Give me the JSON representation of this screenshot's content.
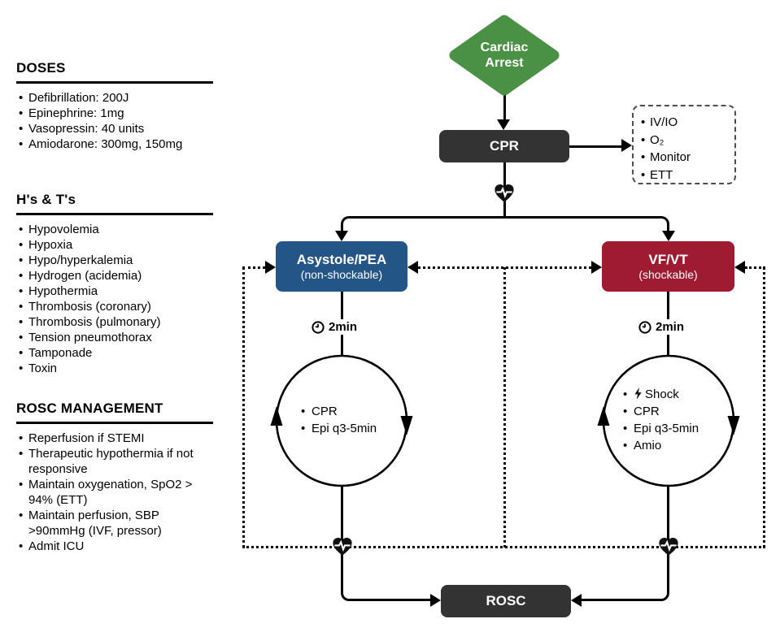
{
  "colors": {
    "start_green": "#4a9146",
    "asystole_blue": "#235586",
    "vfvt_red": "#9e1b32",
    "box_dark": "#333333"
  },
  "sidebar": {
    "sections": [
      {
        "title": "DOSES",
        "items": [
          "Defibrillation: 200J",
          "Epinephrine: 1mg",
          "Vasopressin: 40 units",
          "Amiodarone: 300mg, 150mg"
        ]
      },
      {
        "title": "H's & T's",
        "items": [
          "Hypovolemia",
          "Hypoxia",
          "Hypo/hyperkalemia",
          "Hydrogen (acidemia)",
          "Hypothermia",
          "Thrombosis (coronary)",
          "Thrombosis (pulmonary)",
          "Tension pneumothorax",
          "Tamponade",
          "Toxin"
        ]
      },
      {
        "title": "ROSC MANAGEMENT",
        "items": [
          "Reperfusion if STEMI",
          "Therapeutic hypothermia if not responsive",
          "Maintain oxygenation, SpO2 > 94% (ETT)",
          "Maintain perfusion, SBP >90mmHg (IVF, pressor)",
          "Admit ICU"
        ]
      }
    ]
  },
  "flowchart": {
    "start": {
      "line1": "Cardiac",
      "line2": "Arrest"
    },
    "cpr_label": "CPR",
    "adjuncts": [
      "IV/IO",
      "O₂",
      "Monitor",
      "ETT"
    ],
    "asystole": {
      "title": "Asystole/PEA",
      "subtitle": "(non-shockable)",
      "timer": "2min",
      "loop": [
        "CPR",
        "Epi q3-5min"
      ]
    },
    "vfvt": {
      "title": "VF/VT",
      "subtitle": "(shockable)",
      "timer": "2min",
      "loop": [
        "Shock",
        "CPR",
        "Epi q3-5min",
        "Amio"
      ]
    },
    "rosc_label": "ROSC"
  }
}
